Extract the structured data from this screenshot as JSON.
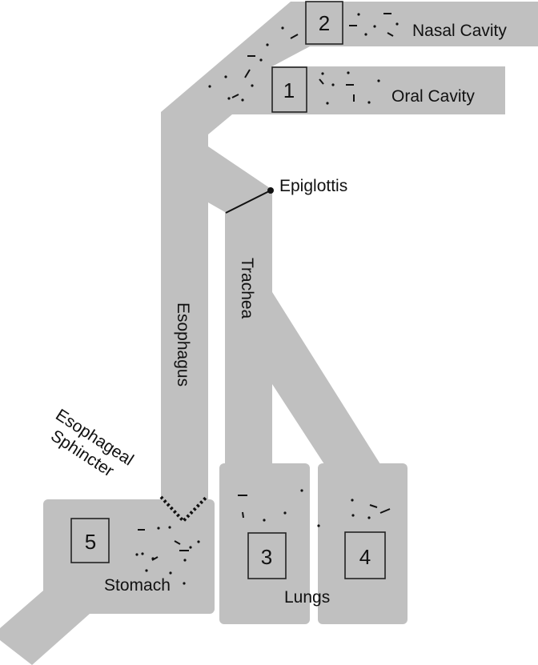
{
  "colors": {
    "region_fill": "#c0c0c0",
    "ink": "#111111",
    "background": "#ffffff"
  },
  "labels": {
    "nasal_cavity": "Nasal Cavity",
    "oral_cavity": "Oral Cavity",
    "epiglottis": "Epiglottis",
    "esophagus": "Esophagus",
    "trachea": "Trachea",
    "sphincter_line1": "Esophageal",
    "sphincter_line2": "Sphincter",
    "stomach": "Stomach",
    "lungs": "Lungs"
  },
  "markers": [
    "1",
    "2",
    "3",
    "4",
    "5"
  ]
}
